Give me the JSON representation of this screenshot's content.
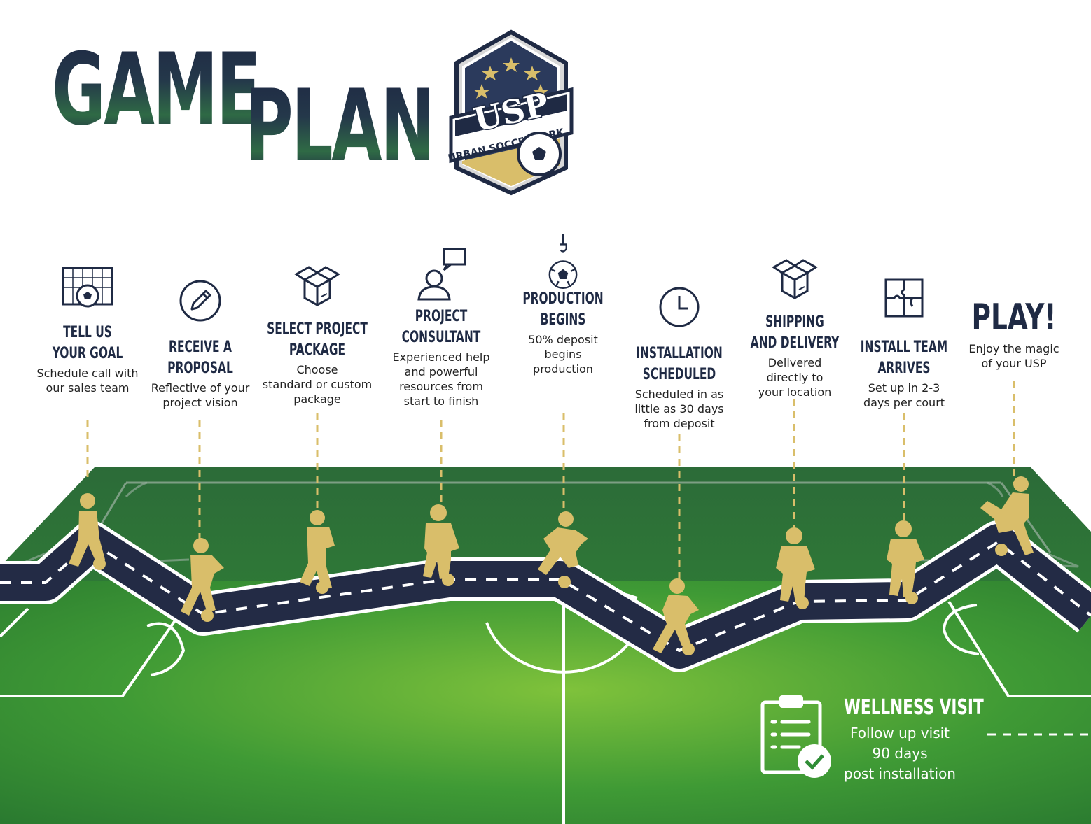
{
  "title": {
    "line1": "GAME",
    "line2": "PLAN"
  },
  "logo": {
    "initials": "USP",
    "name": "URBAN SOCCER PARK",
    "stars": 5
  },
  "colors": {
    "navy": "#1f2a44",
    "gold": "#d9be6a",
    "field_dark": "#2c6b38",
    "field_light": "#7fc23b",
    "road": "#232b45",
    "white": "#ffffff"
  },
  "steps": [
    {
      "id": "tell-us-goal",
      "icon": "soccer-goal-icon",
      "title": "TELL US\nYOUR GOAL",
      "desc": "Schedule call with\nour sales team"
    },
    {
      "id": "receive-proposal",
      "icon": "pencil-icon",
      "title": "RECEIVE A\nPROPOSAL",
      "desc": "Reflective of your\nproject vision"
    },
    {
      "id": "select-package",
      "icon": "open-box-icon",
      "title": "SELECT PROJECT\nPACKAGE",
      "desc": "Choose\nstandard or custom\npackage"
    },
    {
      "id": "project-consultant",
      "icon": "consultant-chat-icon",
      "title": "PROJECT\nCONSULTANT",
      "desc": "Experienced help\nand powerful\nresources from\nstart to finish"
    },
    {
      "id": "production-begins",
      "icon": "crane-ball-icon",
      "title": "PRODUCTION\nBEGINS",
      "desc": "50% deposit\nbegins\nproduction"
    },
    {
      "id": "installation-scheduled",
      "icon": "clock-icon",
      "title": "INSTALLATION\nSCHEDULED",
      "desc": "Scheduled in as\nlittle as 30 days\nfrom deposit"
    },
    {
      "id": "shipping-delivery",
      "icon": "shipping-box-icon",
      "title": "SHIPPING\nAND DELIVERY",
      "desc": "Delivered\ndirectly to\nyour location"
    },
    {
      "id": "install-team",
      "icon": "puzzle-icon",
      "title": "INSTALL TEAM\nARRIVES",
      "desc": "Set up in 2-3\ndays per court"
    }
  ],
  "play": {
    "title": "PLAY!",
    "desc": "Enjoy the magic\nof your USP"
  },
  "wellness": {
    "icon": "clipboard-check-icon",
    "title": "WELLNESS VISIT",
    "desc": "Follow up visit\n90 days\npost installation"
  }
}
